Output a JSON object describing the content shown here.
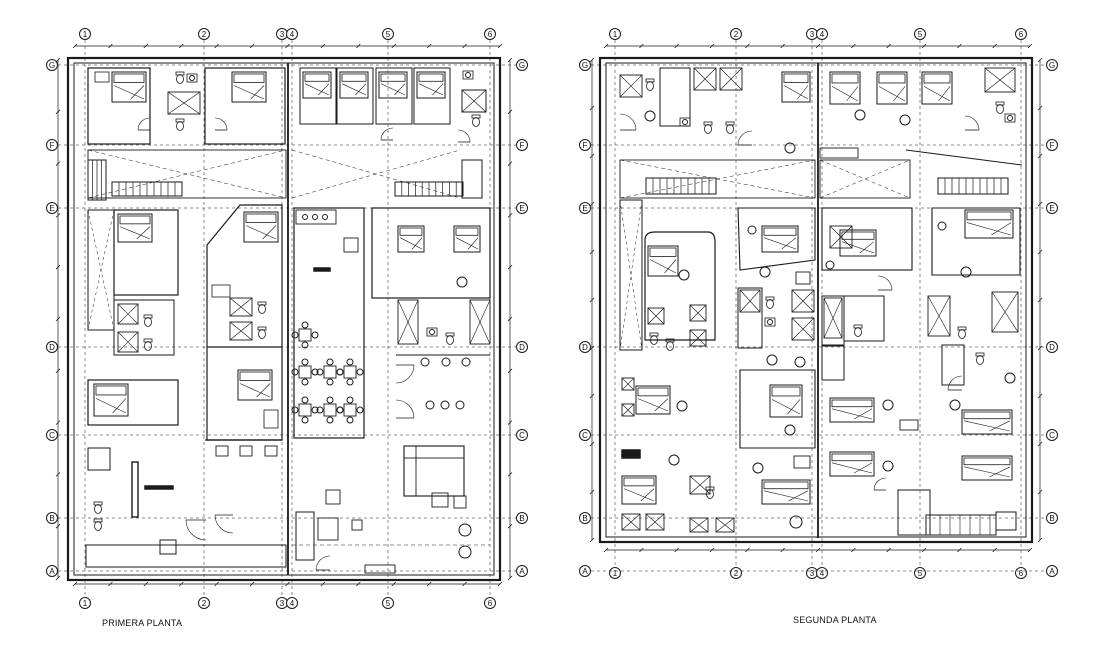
{
  "plans": [
    {
      "caption": "PRIMERA PLANTA",
      "col_labels": [
        "1",
        "2",
        "3",
        "4",
        "5",
        "6"
      ],
      "row_labels": [
        "G",
        "F",
        "E",
        "D",
        "C",
        "B",
        "A"
      ]
    },
    {
      "caption": "SEGUNDA PLANTA",
      "col_labels": [
        "1",
        "2",
        "3",
        "4",
        "5",
        "6"
      ],
      "row_labels": [
        "G",
        "F",
        "E",
        "D",
        "C",
        "B",
        "A"
      ]
    }
  ],
  "colors": {
    "line": "#1a1a1a",
    "background": "#ffffff",
    "hatch": "#555555"
  }
}
